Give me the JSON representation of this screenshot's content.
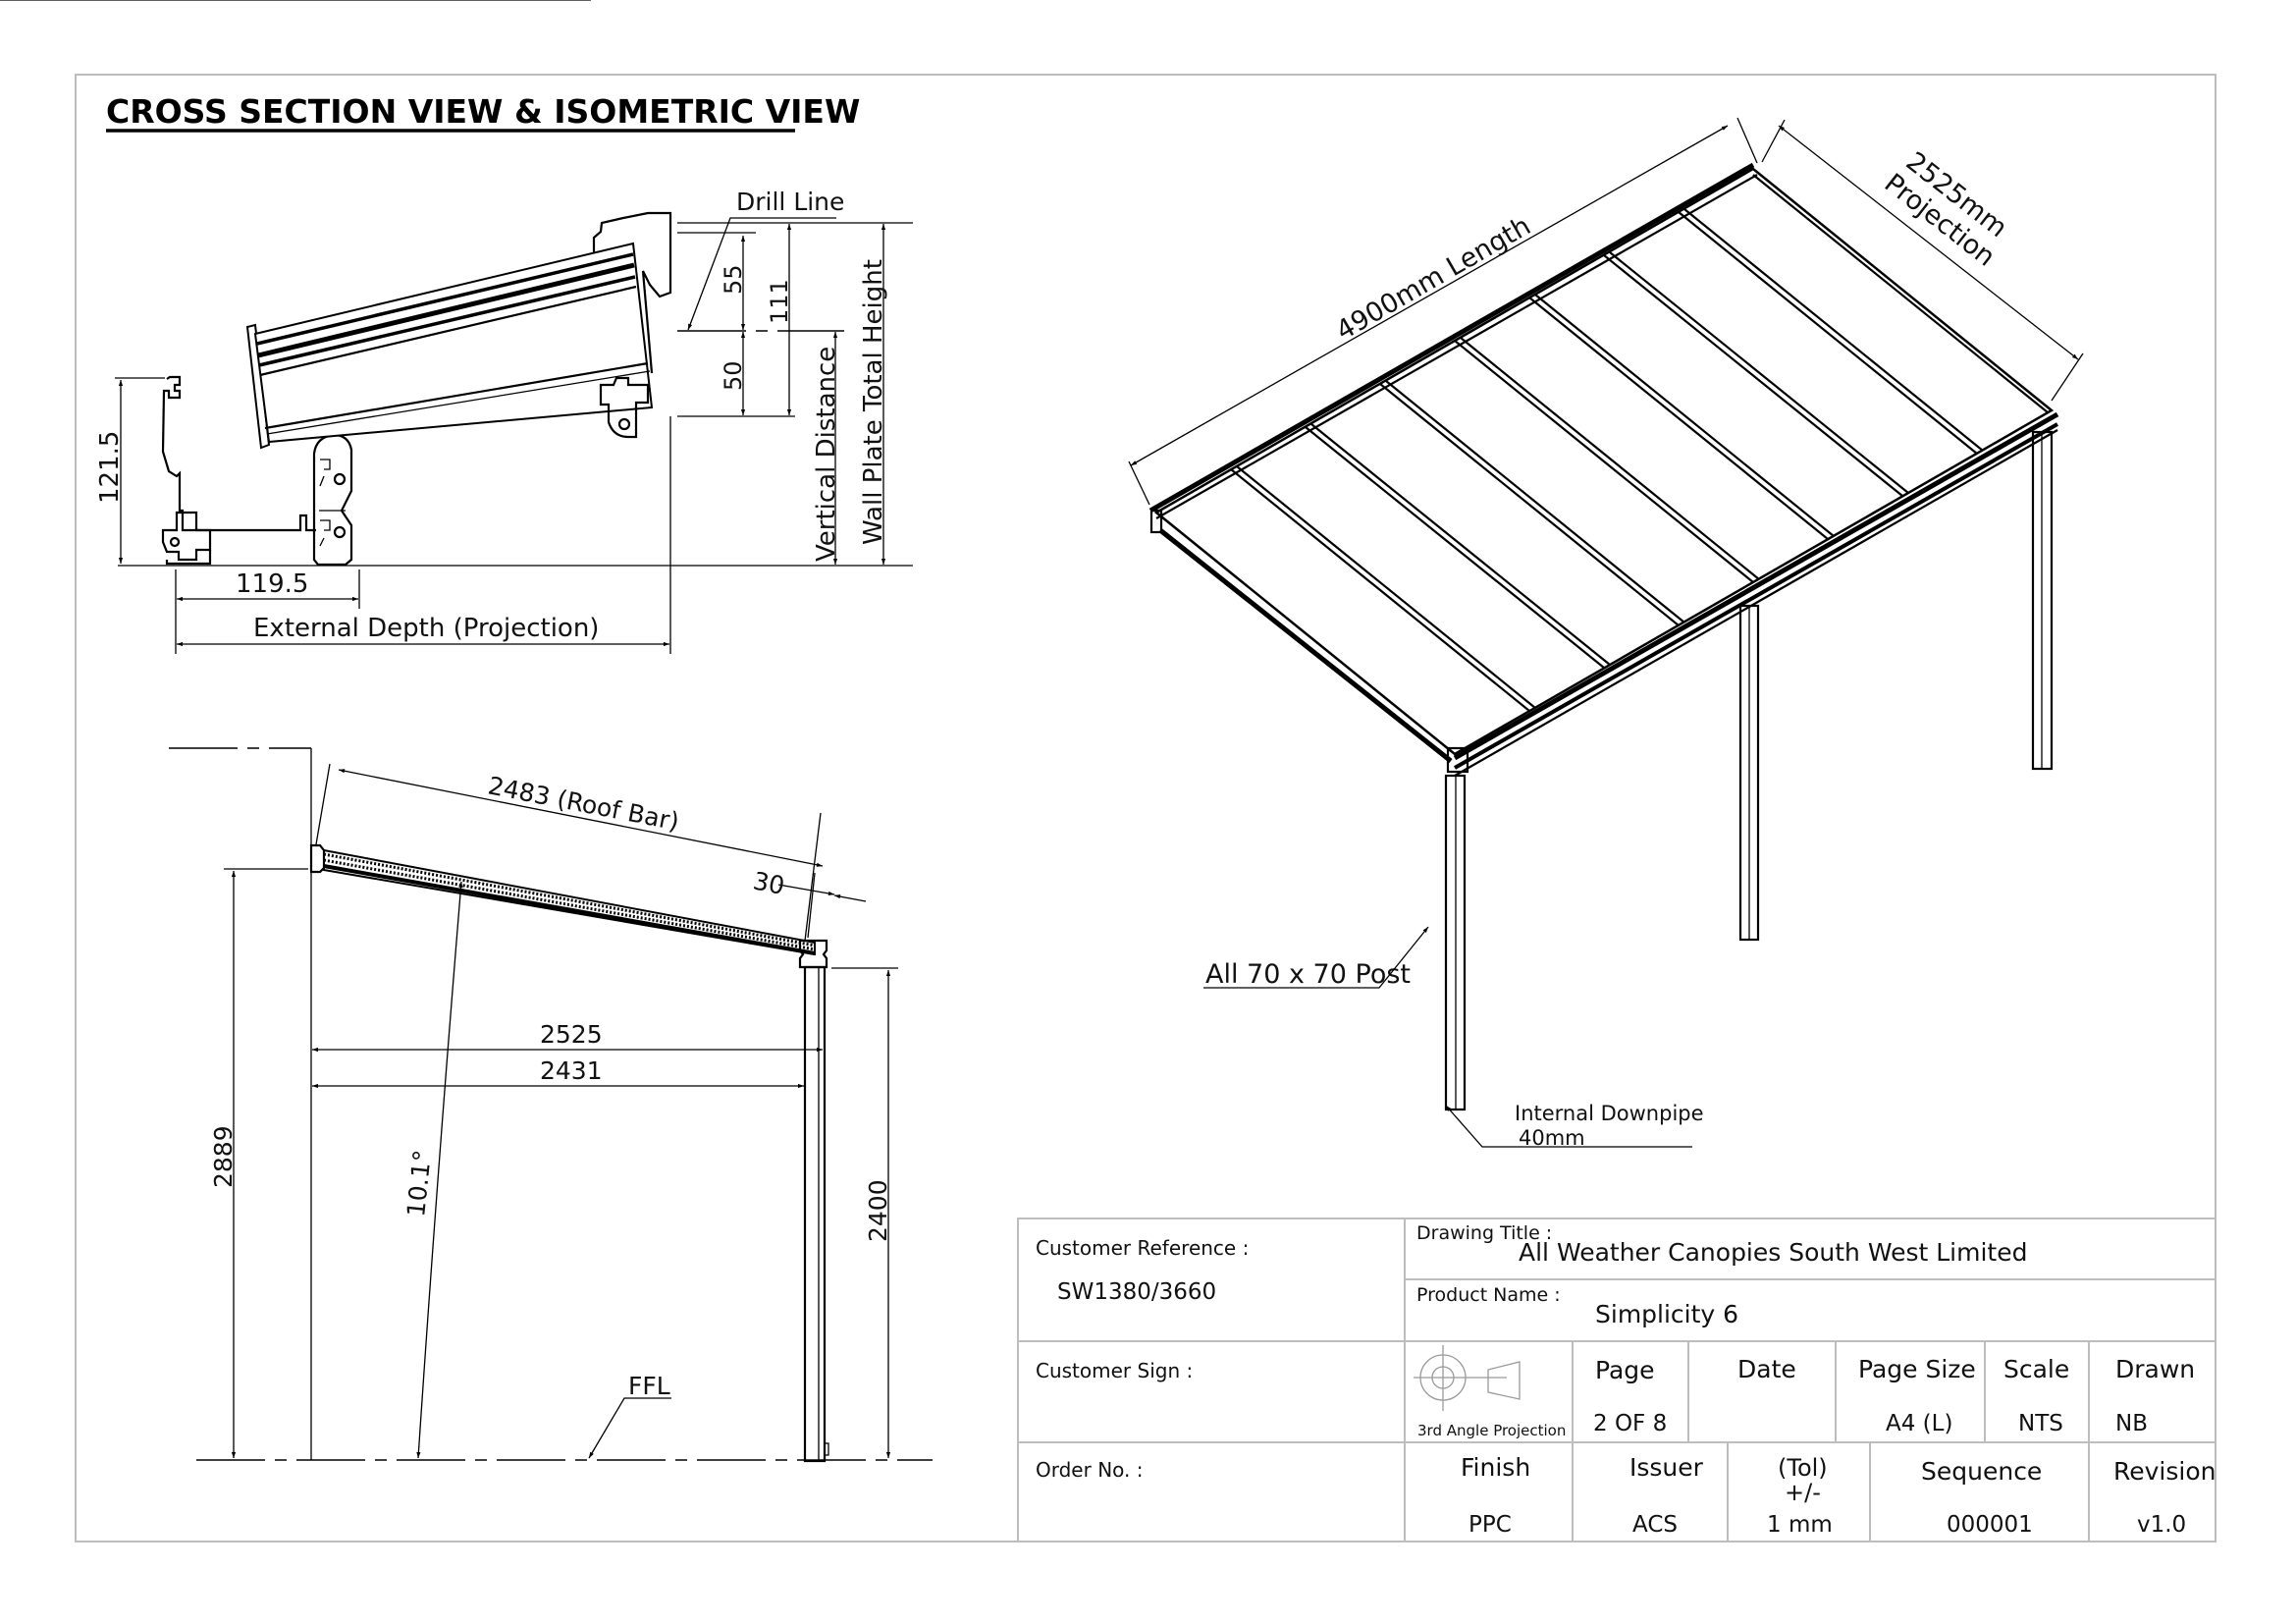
{
  "sheet": {
    "heading": "CROSS SECTION VIEW & ISOMETRIC VIEW"
  },
  "cross_section": {
    "drill_line_label": "Drill Line",
    "dim_55": "55",
    "dim_50": "50",
    "dim_111": "111",
    "dim_121_5": "121.5",
    "dim_119_5": "119.5",
    "vertical_distance_label": "Vertical Distance",
    "wall_plate_total_height_label": "Wall Plate Total Height",
    "external_depth_label": "External Depth (Projection)"
  },
  "side_elevation": {
    "roof_bar_label": "2483 (Roof Bar)",
    "dim_30": "30",
    "dim_2525": "2525",
    "dim_2431": "2431",
    "dim_2889": "2889",
    "dim_2400": "2400",
    "angle_label": "10.1°",
    "ffl_label": "FFL"
  },
  "isometric": {
    "length_label": "4900mm Length",
    "projection_value_label": "2525mm",
    "projection_word_label": "Projection",
    "post_label": "All 70 x 70 Post",
    "downpipe_label_line1": "Internal Downpipe",
    "downpipe_label_line2": "40mm"
  },
  "title_block": {
    "customer_reference_label": "Customer Reference :",
    "customer_reference_value": "SW1380/3660",
    "customer_sign_label": "Customer Sign :",
    "order_no_label": "Order No. :",
    "drawing_title_label": "Drawing Title :",
    "drawing_title_value": "All Weather Canopies South West Limited",
    "product_name_label": "Product Name :",
    "product_name_value": "Simplicity 6",
    "projection_symbol_label": "3rd Angle Projection",
    "page_label": "Page",
    "page_value": "2 OF 8",
    "date_label": "Date",
    "date_value": "",
    "page_size_label": "Page Size",
    "page_size_value": "A4 (L)",
    "scale_label": "Scale",
    "scale_value": "NTS",
    "drawn_label": "Drawn",
    "drawn_value": "NB",
    "finish_label": "Finish",
    "finish_value": "PPC",
    "issuer_label": "Issuer",
    "issuer_value": "ACS",
    "tol_label_line1": "(Tol)",
    "tol_label_line2": "+/-",
    "tol_value": "1 mm",
    "sequence_label": "Sequence",
    "sequence_value": "000001",
    "revision_label": "Revision",
    "revision_value": "v1.0"
  }
}
